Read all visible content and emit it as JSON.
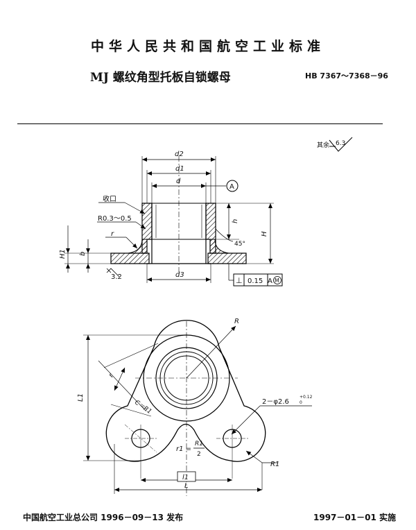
{
  "header": {
    "standard_title": "中华人民共和国航空工业标准",
    "document_title": "MJ 螺纹角型托板自锁螺母",
    "standard_number": "HB 7367～7368－96"
  },
  "roughness": {
    "label": "其余",
    "value": "6.3"
  },
  "section_view": {
    "dim_d2": "d2",
    "dim_d1": "d1",
    "dim_d": "d",
    "datum": "A",
    "crimp_label": "收口",
    "radius_label": "R0.3～0.5",
    "r_label": "r",
    "dim_h": "h",
    "dim_H": "H",
    "angle": "45°",
    "dim_H1": "H1",
    "dim_b": "b",
    "roughness_value": "3.2",
    "dim_d3": "d3",
    "tolerance": {
      "symbol": "⊥",
      "value": "0.15",
      "datum": "A",
      "modifier": "M"
    }
  },
  "plan_view": {
    "dim_R": "R",
    "dim_r": "r",
    "chamfer": "C＝R1",
    "dim_L1": "L1",
    "hole_callout": {
      "prefix": "2－φ2.6",
      "tol_upper": "+0.12",
      "tol_lower": "0"
    },
    "r1_formula": {
      "lhs": "r1 =",
      "num": "R1",
      "den": "2"
    },
    "dim_R1": "R1",
    "dim_l1": "l1",
    "dim_L": "L"
  },
  "footer": {
    "issued": "中国航空工业总公司 1996－09－13 发布",
    "effective": "1997－01－01 实施"
  }
}
